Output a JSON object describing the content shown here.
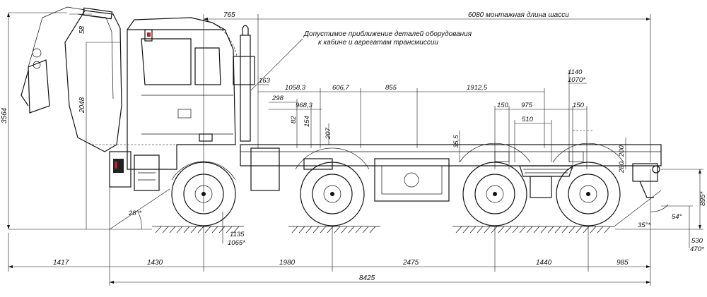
{
  "note": {
    "line1": "Допустимое приближение деталей оборудования",
    "line2": "к кабине и агрегатам трансмиссии"
  },
  "dims": {
    "top_765": "765",
    "top_chassis": "6080 монтажная длина шасси",
    "d163": "163",
    "d1058": "1058,3",
    "d606": "606,7",
    "d855": "855",
    "d1912": "1912,5",
    "d298": "298",
    "d968": "968,3",
    "d82": "82",
    "d154": "154",
    "d207": "207",
    "d35": "35,5",
    "d150a": "150",
    "d975": "975",
    "d150b": "150",
    "d510": "510",
    "d1140": "1140",
    "d1070": "1070*",
    "d280": "280",
    "d200": "200",
    "d3564": "3564",
    "d2048": "2048",
    "d58": "58",
    "d895": "895*",
    "d530": "530",
    "d470": "470*",
    "d1135": "1135",
    "d1065": "1065*",
    "a28": "28°*",
    "a54": "54°",
    "a35": "35°*",
    "b1417": "1417",
    "b1430": "1430",
    "b1980": "1980",
    "b2475": "2475",
    "b1440": "1440",
    "b985": "985",
    "b8425": "8425"
  }
}
